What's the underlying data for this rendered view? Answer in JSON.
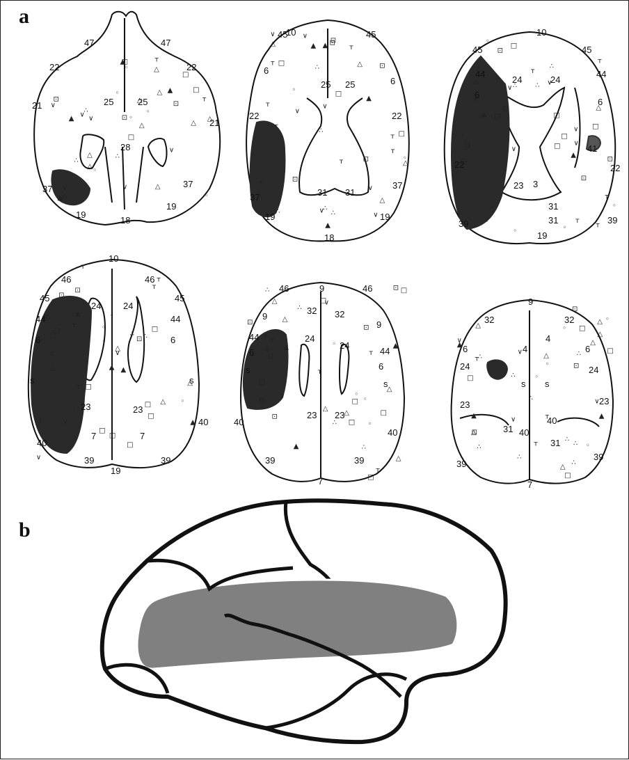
{
  "panels": {
    "a": {
      "label": "a",
      "slices": [
        {
          "id": "slice-1",
          "labels": [
            "47",
            "47",
            "22",
            "22",
            "25",
            "25",
            "21",
            "21",
            "28",
            "37",
            "37",
            "19",
            "19",
            "18"
          ]
        },
        {
          "id": "slice-2",
          "labels": [
            "10",
            "45",
            "45",
            "6",
            "6",
            "25",
            "25",
            "22",
            "22",
            "37",
            "37",
            "31",
            "31",
            "19",
            "19",
            "18"
          ]
        },
        {
          "id": "slice-3",
          "labels": [
            "10",
            "45",
            "45",
            "44",
            "44",
            "6",
            "6",
            "24",
            "24",
            "22",
            "22",
            "23",
            "3",
            "31",
            "31",
            "39",
            "39",
            "19",
            "41"
          ]
        },
        {
          "id": "slice-4",
          "labels": [
            "10",
            "46",
            "46",
            "45",
            "45",
            "44",
            "44",
            "6",
            "6",
            "24",
            "24",
            "s",
            "s",
            "23",
            "23",
            "7",
            "7",
            "40",
            "40",
            "39",
            "39",
            "19"
          ]
        },
        {
          "id": "slice-5",
          "labels": [
            "9",
            "46",
            "46",
            "9",
            "9",
            "32",
            "32",
            "44",
            "44",
            "6",
            "6",
            "24",
            "24",
            "s",
            "s",
            "23",
            "23",
            "40",
            "40",
            "39",
            "39",
            "7"
          ]
        },
        {
          "id": "slice-6",
          "labels": [
            "9",
            "32",
            "32",
            "6",
            "6",
            "4",
            "4",
            "24",
            "24",
            "s",
            "s",
            "23",
            "23",
            "40",
            "40",
            "31",
            "31",
            "39",
            "39",
            "7"
          ]
        }
      ]
    },
    "b": {
      "label": "b"
    }
  },
  "colors": {
    "lesion": "#2a2a2a",
    "highlight_region": "#808080",
    "outline": "#111111"
  }
}
